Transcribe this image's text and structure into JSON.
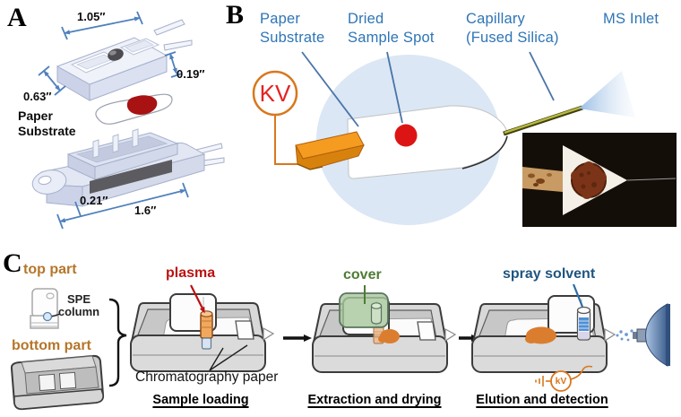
{
  "colors": {
    "callout_blue": "#2e75b6",
    "dim_blue": "#4f81bd",
    "kv_red": "#e62222",
    "kv_orange": "#d9771e",
    "part_brown": "#b5762a",
    "plasma_red": "#bb1111",
    "cover_green": "#4e7c33",
    "solvent_blue": "#205580",
    "stain_orange": "#db7d2e",
    "sample_red": "#dd1414",
    "sample_dark_red": "#a81212",
    "cover_fill": "#a8c79c",
    "solvent_fill": "#4f8fd6"
  },
  "panelA": {
    "label": "A",
    "paper_substrate_label": "Paper Substrate",
    "dims": {
      "width": "1.05″",
      "thickness": "0.19″",
      "depth": "0.63″",
      "inset": "0.21″",
      "length": "1.6″"
    }
  },
  "panelB": {
    "label": "B",
    "kv_label": "KV",
    "callouts": [
      {
        "lines": [
          "Paper",
          "Substrate"
        ]
      },
      {
        "lines": [
          "Dried",
          "Sample Spot"
        ]
      },
      {
        "lines": [
          "Capillary",
          "(Fused Silica)"
        ]
      },
      {
        "lines": [
          "MS Inlet"
        ]
      }
    ]
  },
  "panelC": {
    "label": "C",
    "top_part_label": "top part",
    "spe_column_label": "SPE column",
    "bottom_part_label": "bottom part",
    "steps": [
      {
        "annotation": "plasma",
        "note": "Chromatography paper",
        "caption": "Sample loading"
      },
      {
        "annotation": "cover",
        "caption": "Extraction and drying"
      },
      {
        "annotation": "spray solvent",
        "kv_label": "kV",
        "caption": "Elution and detection"
      }
    ]
  }
}
